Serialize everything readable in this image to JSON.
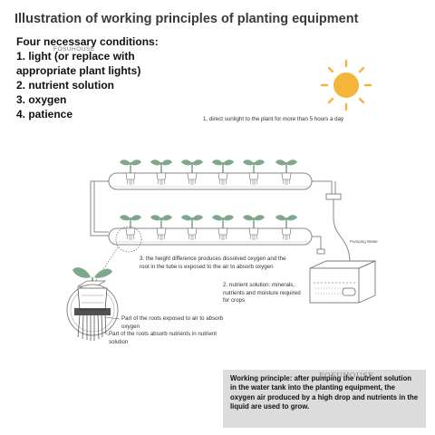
{
  "title": "Illustration of working principles of planting equipment",
  "conditions": [
    "Four necessary conditions:",
    "1. light (or replace with",
    "appropriate plant lights)",
    "2. nutrient solution",
    "3. oxygen",
    "4. patience"
  ],
  "watermark_top": "FOSUHOUSE",
  "watermark_box": "FOSUHOUSE",
  "annotations": {
    "sunlight": "1. direct sunlight to the plant for more than 5 hours a day",
    "height_difference": "3. the height difference produces dissolved oxygen and the root in the tube is exposed to the air to absorb oxygen",
    "nutrient_solution": "2. nutrient solution: minerals, nutrients and moisture required for crops",
    "roots_air": "Part of the roots exposed to air to absorb oxygen",
    "roots_nutrients": "Part of the roots absorb nutrients in nutrient solution",
    "pump_label": "Pumping Water"
  },
  "working_principle": "Working principle: after pumping the nutrient solution in the water tank into the planting equipment, the oxygen air produced by a high drop and nutrients in the liquid are used to grow.",
  "colors": {
    "sun": "#f5b53a",
    "leaf": "#7fa88a",
    "leaf_dark": "#5f8a6e",
    "pipe_stroke": "#888888",
    "box_bg": "#dcdcdc"
  },
  "icons": [
    "sun-icon",
    "plant-icon",
    "water-tank-icon",
    "pump-icon",
    "plant-cup-icon"
  ]
}
